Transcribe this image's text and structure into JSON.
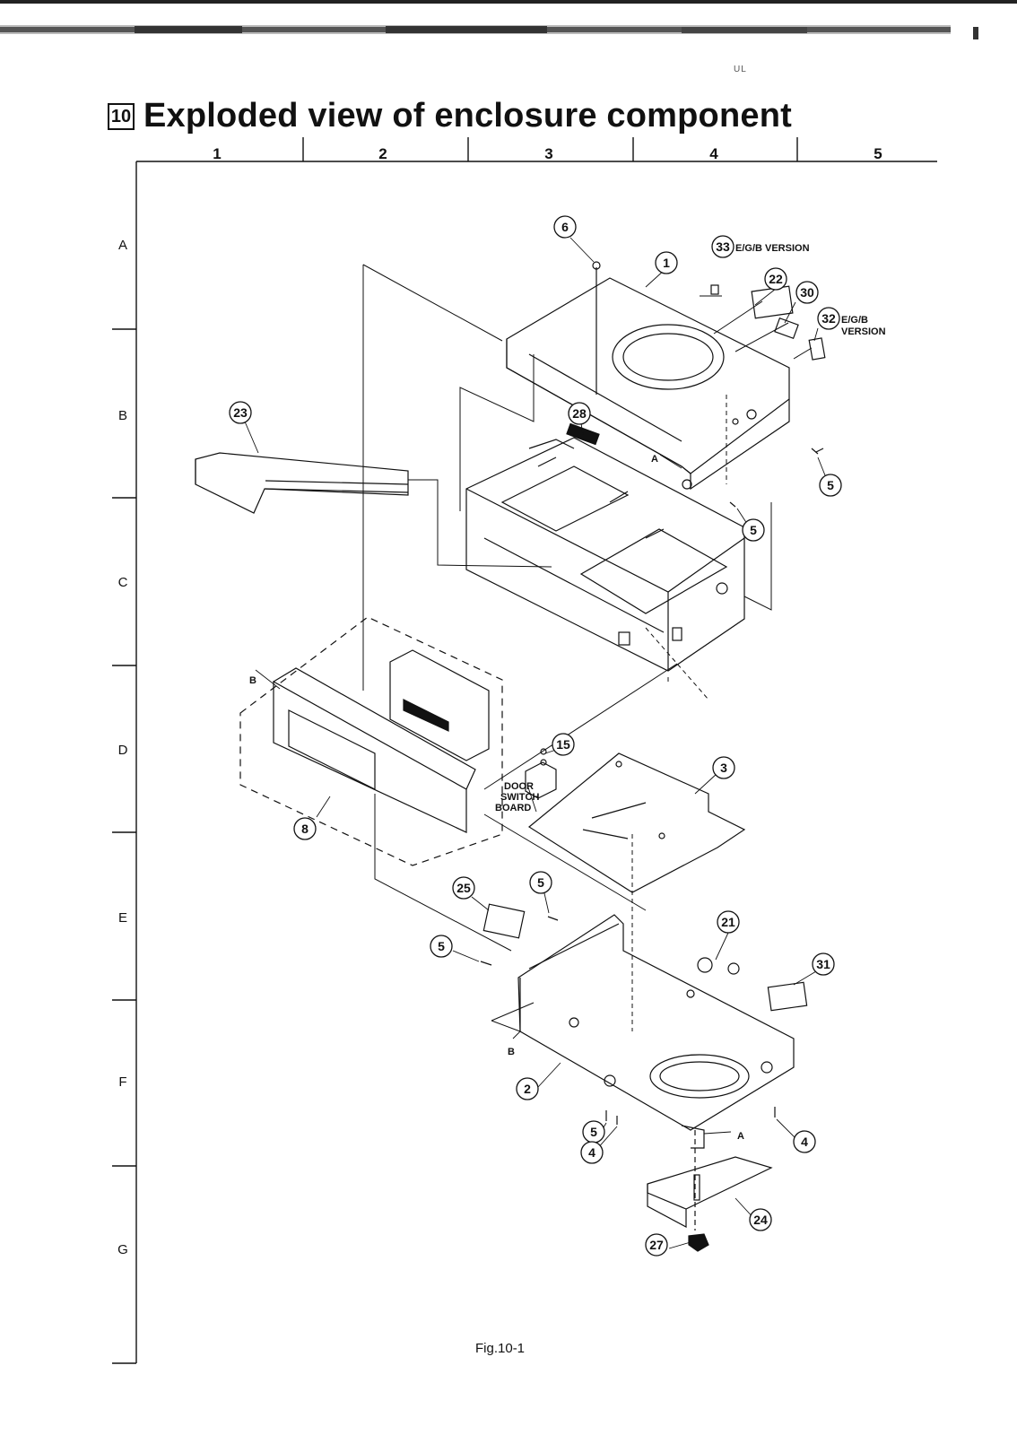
{
  "header": {
    "section_number": "10",
    "title": "Exploded view of enclosure component",
    "corner_text": "UL"
  },
  "grid": {
    "columns": [
      "1",
      "2",
      "3",
      "4",
      "5"
    ],
    "rows": [
      "A",
      "B",
      "C",
      "D",
      "E",
      "F",
      "G"
    ]
  },
  "labels": {
    "ref_A": "A",
    "ref_B": "B",
    "version_33": "E/G/B VERSION",
    "version_32_line1": "E/G/B",
    "version_32_line2": "VERSION",
    "door_line1": "DOOR",
    "door_line2": "SWITCH",
    "door_line3": "BOARD"
  },
  "callouts": [
    "6",
    "1",
    "33",
    "22",
    "30",
    "32",
    "23",
    "28",
    "5",
    "15",
    "3",
    "8",
    "25",
    "21",
    "31",
    "2",
    "4",
    "24",
    "27"
  ],
  "caption": "Fig.10-1",
  "colors": {
    "ink": "#111111",
    "paper": "#ffffff",
    "scan_noise": "#444444"
  }
}
